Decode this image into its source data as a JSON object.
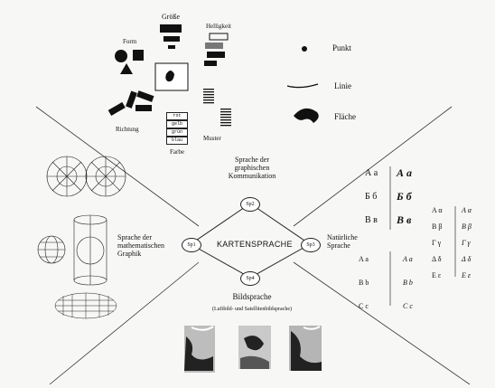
{
  "center": {
    "title": "KARTENSPRACHE"
  },
  "nodes": {
    "sp1": "Sp1",
    "sp2": "Sp2",
    "sp3": "Sp3",
    "sp4": "Sp4"
  },
  "top_quadrant": {
    "labels": {
      "size": "Größe",
      "brightness": "Helligkeit",
      "form": "Form",
      "direction": "Richtung",
      "color": "Farbe",
      "pattern": "Muster"
    },
    "color_boxes": [
      "rot",
      "gelb",
      "grün",
      "blau"
    ],
    "primitives": {
      "point": "Punkt",
      "line": "Linie",
      "area": "Fläche"
    }
  },
  "graphic_communication": {
    "line1": "Sprache der",
    "line2": "graphischen",
    "line3": "Kommunikation"
  },
  "natural_language": {
    "line1": "Natürliche",
    "line2": "Sprache"
  },
  "math_graphics": {
    "line1": "Sprache der",
    "line2": "mathematischen",
    "line3": "Graphik"
  },
  "image_language": {
    "title": "Bildsprache",
    "subtitle": "(Luftbild- und Satellitenbildsprache)"
  },
  "alphabets": {
    "cyrillic": [
      [
        "А а",
        "А а"
      ],
      [
        "Б б",
        "Б б"
      ],
      [
        "В в",
        "В в"
      ]
    ],
    "latin": [
      [
        "A a",
        "A a"
      ],
      [
        "B b",
        "B b"
      ],
      [
        "C c",
        "C c"
      ]
    ],
    "greek": [
      [
        "A α",
        "A α"
      ],
      [
        "B β",
        "B β"
      ],
      [
        "Γ γ",
        "Γ γ"
      ],
      [
        "Δ δ",
        "Δ δ"
      ],
      [
        "E ε",
        "E ε"
      ]
    ]
  }
}
